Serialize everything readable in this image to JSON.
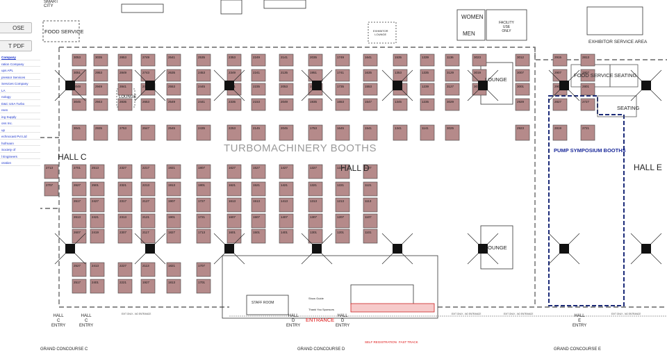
{
  "sidebar": {
    "close_label": "OSE",
    "pdf_label": "T PDF",
    "exhibitors": [
      {
        "name": "Company",
        "header": true
      },
      {
        "name": "ration Company"
      },
      {
        "name": "ups APL"
      },
      {
        "name": "pressor Services"
      },
      {
        "name": "Services Company"
      },
      {
        "name": "LA"
      },
      {
        "name": "nology"
      },
      {
        "name": "D&C USA Turbo"
      },
      {
        "name": "reen"
      },
      {
        "name": "ing Supply"
      },
      {
        "name": "ons Inc."
      },
      {
        "name": "up"
      },
      {
        "name": "echnocast Pvt Ltd"
      },
      {
        "name": "hofmann"
      },
      {
        "name": "Society of"
      },
      {
        "name": "l Engineers"
      },
      {
        "name": "oration"
      }
    ]
  },
  "map": {
    "top_left_label_1": "SMART",
    "top_left_label_2": "CITY",
    "food_service_left": "FOOD SERVICE",
    "hall_c": "HALL C",
    "hall_d": "HALL D",
    "hall_e": "HALL E",
    "turbo_title": "TURBOMACHINERY BOOTHS",
    "pump_title": "PUMP SYMPOSIUM BOOTHS",
    "lounge": "LOUNGE",
    "food_service_right": "FOOD SERVICE",
    "seating": "SEATING",
    "women": "WOMEN",
    "men": "MEN",
    "facility_1": "FACILITY",
    "facility_2": "USE",
    "facility_3": "ONLY",
    "exhibitor_service": "EXHIBITOR SERVICE AREA",
    "exhibitor_lounge_1": "EXHIBITOR",
    "exhibitor_lounge_2": "LOUNGE",
    "staff_room": "STAFF ROOM",
    "entrance": "ENTRANCE",
    "self_registration": "SELF REGISTRATION",
    "fast_track": "FAST TRACK",
    "thank_you": "Thank You Sponsors",
    "show_guide": "Show Guide",
    "grand_c": "GRAND CONCOURSE C",
    "grand_d": "GRAND CONCOURSE D",
    "grand_e": "GRAND CONCOURSE E",
    "hall_c_entry": [
      "HALL",
      "C",
      "ENTRY"
    ],
    "hall_d_entry": [
      "HALL",
      "D",
      "ENTRY"
    ],
    "hall_e_entry": [
      "HALL",
      "E",
      "ENTRY"
    ],
    "exit_only": "EXIT ONLY - NO ENTRANCE",
    "booths": [
      {
        "id": "3053"
      },
      {
        "id": "3051"
      },
      {
        "id": "3049"
      },
      {
        "id": "3045"
      },
      {
        "id": "3041"
      },
      {
        "id": "3035"
      },
      {
        "id": "2953"
      },
      {
        "id": "2949"
      },
      {
        "id": "2943"
      },
      {
        "id": "2935"
      },
      {
        "id": "2853"
      },
      {
        "id": "2849"
      },
      {
        "id": "2841"
      },
      {
        "id": "2835"
      },
      {
        "id": "2753"
      },
      {
        "id": "2749"
      },
      {
        "id": "2743"
      },
      {
        "id": "2737"
      },
      {
        "id": "2653"
      },
      {
        "id": "2647"
      },
      {
        "id": "2641"
      },
      {
        "id": "2635"
      },
      {
        "id": "2553"
      },
      {
        "id": "2549"
      },
      {
        "id": "2545"
      },
      {
        "id": "2535"
      },
      {
        "id": "2453"
      },
      {
        "id": "2445"
      },
      {
        "id": "2441"
      },
      {
        "id": "2435"
      },
      {
        "id": "2353"
      },
      {
        "id": "2349"
      },
      {
        "id": "2341"
      },
      {
        "id": "2335"
      },
      {
        "id": "2253"
      },
      {
        "id": "2249"
      },
      {
        "id": "2241"
      },
      {
        "id": "2235"
      },
      {
        "id": "2153"
      },
      {
        "id": "2145"
      },
      {
        "id": "2141"
      },
      {
        "id": "2135"
      },
      {
        "id": "2053"
      },
      {
        "id": "2049"
      },
      {
        "id": "2045"
      },
      {
        "id": "2035"
      },
      {
        "id": "1951"
      },
      {
        "id": "1945"
      },
      {
        "id": "1935"
      },
      {
        "id": "1753"
      },
      {
        "id": "1749"
      },
      {
        "id": "1741"
      },
      {
        "id": "1735"
      },
      {
        "id": "1653"
      },
      {
        "id": "1645"
      },
      {
        "id": "1641"
      },
      {
        "id": "1635"
      },
      {
        "id": "1553"
      },
      {
        "id": "1547"
      },
      {
        "id": "1541"
      },
      {
        "id": "1535"
      },
      {
        "id": "1353"
      },
      {
        "id": "1347"
      },
      {
        "id": "1345"
      },
      {
        "id": "1341"
      },
      {
        "id": "1339"
      },
      {
        "id": "1335"
      },
      {
        "id": "1239"
      },
      {
        "id": "1235"
      },
      {
        "id": "1141"
      },
      {
        "id": "1136"
      },
      {
        "id": "3129"
      },
      {
        "id": "3127"
      },
      {
        "id": "3029"
      },
      {
        "id": "3025"
      },
      {
        "id": "3023"
      },
      {
        "id": "3019"
      },
      {
        "id": "3015"
      },
      {
        "id": "3012"
      },
      {
        "id": "3007"
      },
      {
        "id": "3001"
      },
      {
        "id": "2929"
      },
      {
        "id": "2923"
      },
      {
        "id": "2915"
      },
      {
        "id": "2907"
      },
      {
        "id": "2901"
      },
      {
        "id": "2827"
      },
      {
        "id": "2819"
      },
      {
        "id": "2813"
      },
      {
        "id": "2807"
      },
      {
        "id": "2801"
      },
      {
        "id": "2727"
      },
      {
        "id": "2721"
      },
      {
        "id": "2713"
      },
      {
        "id": "2707"
      },
      {
        "id": "2701"
      },
      {
        "id": "2627"
      },
      {
        "id": "2617"
      },
      {
        "id": "2613"
      },
      {
        "id": "2607"
      },
      {
        "id": "2527"
      },
      {
        "id": "2517"
      },
      {
        "id": "2513"
      },
      {
        "id": "2501"
      },
      {
        "id": "2427"
      },
      {
        "id": "2421"
      },
      {
        "id": "2419"
      },
      {
        "id": "2413"
      },
      {
        "id": "2401"
      },
      {
        "id": "2327"
      },
      {
        "id": "2321"
      },
      {
        "id": "2317"
      },
      {
        "id": "2313"
      },
      {
        "id": "2307"
      },
      {
        "id": "2227"
      },
      {
        "id": "2221"
      },
      {
        "id": "2217"
      },
      {
        "id": "2213"
      },
      {
        "id": "2127"
      },
      {
        "id": "2121"
      },
      {
        "id": "2117"
      },
      {
        "id": "2113"
      },
      {
        "id": "1927"
      },
      {
        "id": "1921"
      },
      {
        "id": "1913"
      },
      {
        "id": "1907"
      },
      {
        "id": "1901"
      },
      {
        "id": "1827"
      },
      {
        "id": "1821"
      },
      {
        "id": "1813"
      },
      {
        "id": "1807"
      },
      {
        "id": "1801"
      },
      {
        "id": "1727"
      },
      {
        "id": "1721"
      },
      {
        "id": "1713"
      },
      {
        "id": "1707"
      },
      {
        "id": "1701"
      },
      {
        "id": "1627"
      },
      {
        "id": "1621"
      },
      {
        "id": "1613"
      },
      {
        "id": "1607"
      },
      {
        "id": "1601"
      },
      {
        "id": "1527"
      },
      {
        "id": "1521"
      },
      {
        "id": "1513"
      },
      {
        "id": "1507"
      },
      {
        "id": "1501"
      },
      {
        "id": "1427"
      },
      {
        "id": "1421"
      },
      {
        "id": "1413"
      },
      {
        "id": "1407"
      },
      {
        "id": "1401"
      },
      {
        "id": "1327"
      },
      {
        "id": "1321"
      },
      {
        "id": "1313"
      },
      {
        "id": "1307"
      },
      {
        "id": "1301"
      },
      {
        "id": "1227"
      },
      {
        "id": "1221"
      },
      {
        "id": "1213"
      },
      {
        "id": "1207"
      },
      {
        "id": "1201"
      },
      {
        "id": "1127"
      },
      {
        "id": "1121"
      },
      {
        "id": "1113"
      },
      {
        "id": "1107"
      },
      {
        "id": "1101"
      }
    ]
  }
}
